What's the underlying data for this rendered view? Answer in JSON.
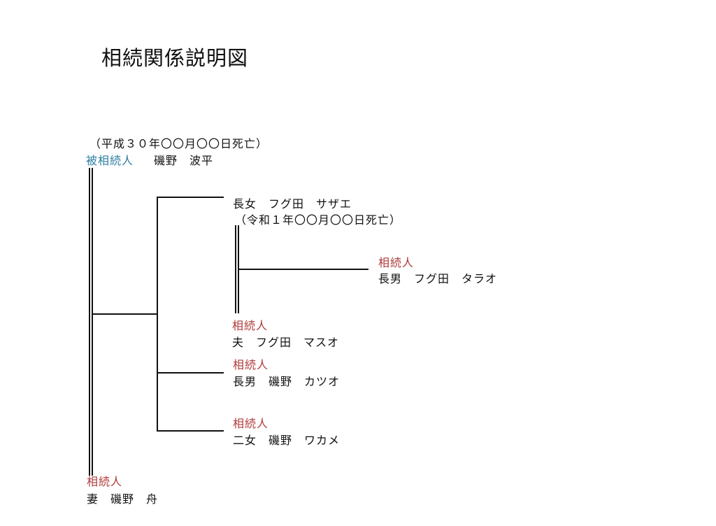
{
  "title": "相続関係説明図",
  "people": {
    "decedent": {
      "death_note": "（平成３０年〇〇月〇〇日死亡）",
      "role": "被相続人",
      "name": "磯野　波平"
    },
    "eldest_daughter": {
      "name": "長女　フグ田　サザエ",
      "death_note": "（令和１年〇〇月〇〇日死亡）"
    },
    "grandson": {
      "role": "相続人",
      "name": "長男　フグ田　タラオ"
    },
    "son_in_law": {
      "role": "相続人",
      "name": "夫　フグ田　マスオ"
    },
    "eldest_son": {
      "role": "相続人",
      "name": "長男　磯野　カツオ"
    },
    "second_daughter": {
      "role": "相続人",
      "name": "二女　磯野　ワカメ"
    },
    "wife": {
      "role": "相続人",
      "name": "妻　磯野　舟"
    }
  },
  "colors": {
    "decedent_role": "#2e7fa1",
    "heir_role": "#b03a3a",
    "lines": "#111111"
  }
}
